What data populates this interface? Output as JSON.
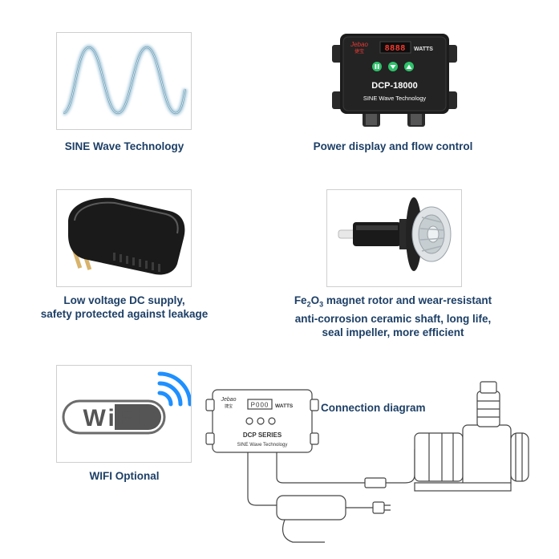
{
  "features": {
    "sine": {
      "caption": "SINE  Wave  Technology"
    },
    "display": {
      "caption": "Power display and flow control",
      "controller": {
        "brand": "Jebao",
        "brand_sub": "捷宝",
        "readout": "8888",
        "unit": "WATTS",
        "model": "DCP-18000",
        "tagline": "SINE Wave Technology"
      }
    },
    "supply": {
      "caption_line1": "Low voltage DC supply,",
      "caption_line2": "safety protected against leakage"
    },
    "rotor": {
      "caption_line1_pre": "Fe",
      "caption_line1_sub1": "2",
      "caption_line1_mid": "O",
      "caption_line1_sub2": "3",
      "caption_line1_post": " magnet rotor and wear-resistant",
      "caption_line2": "anti-corrosion ceramic shaft, long life,",
      "caption_line3": "seal impeller, more efficient"
    },
    "wifi": {
      "caption": "WIFI  Optional",
      "logo_text": "WiFi"
    }
  },
  "diagram": {
    "title": "Connection diagram",
    "controller": {
      "brand": "Jebao",
      "brand_sub": "捷宝",
      "readout": "P000",
      "unit": "WATTS",
      "series": "DCP SERIES",
      "tagline": "SINE  Wave  Technology"
    }
  },
  "colors": {
    "caption_text": "#1d3f66",
    "wave": "#8fb4c8",
    "wifi_arc": "#1e90ff",
    "device_black": "#1c1c1c",
    "display_red": "#ff3b30",
    "button_green": "#2ec26a"
  }
}
